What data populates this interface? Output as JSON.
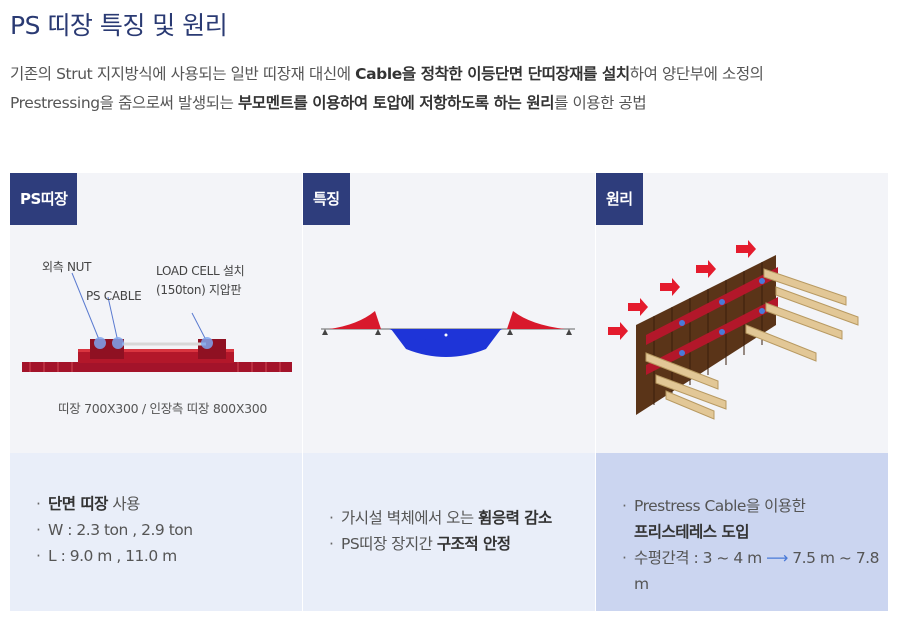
{
  "title": "PS 띠장 특징 및 원리",
  "description": {
    "line1": {
      "t1": "기존의 Strut 지지방식에 사용되는 일반 띠장재 대신에 ",
      "b1": "Cable을 정착한 이등단면 단띠장재를 설치",
      "t2": "하여 양단부에 소정의"
    },
    "line2": {
      "t1": "Prestressing을 줌으로써 발생되는 ",
      "b1": "부모멘트를 이용하여 토압에 저항하도록 하는 원리",
      "t2": "를 이용한 공법"
    }
  },
  "cards": [
    {
      "tag": "PS띠장",
      "labels": {
        "nut": "외측 NUT",
        "cable": "PS CABLE",
        "loadcell_1": "LOAD CELL 설치",
        "loadcell_2": "(150ton) 지압판"
      },
      "caption": "띠장 700X300 / 인장측 띠장 800X300",
      "bullets": {
        "b1_bold": "단면 띠장",
        "b1_rest": " 사용",
        "b2": "W : 2.3 ton ,  2.9 ton",
        "b3": "L  :  9.0 m ,  11.0 m"
      }
    },
    {
      "tag": "특징",
      "bullets": {
        "b1_rest": "가시설 벽체에서 오는 ",
        "b1_bold": "휨응력 감소",
        "b2_rest": "PS띠장 장지간 ",
        "b2_bold": "구조적 안정"
      }
    },
    {
      "tag": "원리",
      "bullets": {
        "b1": "Prestress Cable을 이용한",
        "b1_bold": "프리스테레스 도입",
        "b2_a": "수평간격 : 3 ~ 4 m ",
        "b2_arrow": "⟶",
        "b2_b": " 7.5 m ~ 7.8 m"
      }
    }
  ],
  "colors": {
    "brand_navy": "#2e3d7c",
    "title_navy": "#2a3a73",
    "beam_red": "#b3172a",
    "diagram_blue": "#1e34d8",
    "timber": "#e2c796"
  },
  "icons": [
    "arrow-right-icon"
  ]
}
